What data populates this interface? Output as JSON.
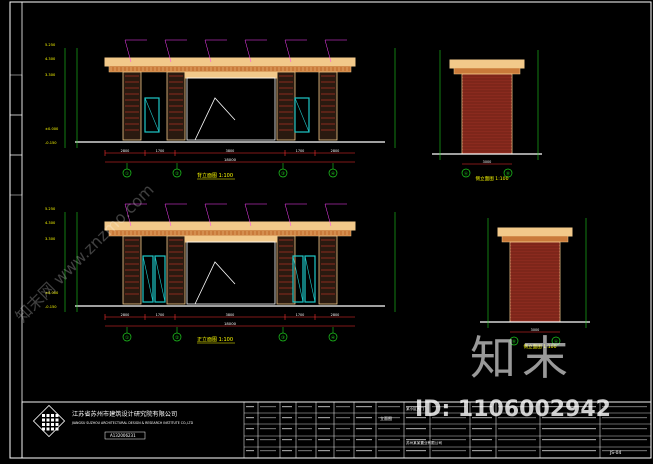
{
  "drawing": {
    "colors": {
      "background": "#000000",
      "frame": "#ffffff",
      "roof": "#f2c98a",
      "brick": "#8a2a1e",
      "glass": "#1fc7c7",
      "grid": "#1fd11f",
      "dim_red": "#ff3030",
      "note_yellow": "#ffff00",
      "note_magenta": "#ff40ff",
      "note_cyan": "#40ffff"
    },
    "views": [
      {
        "id": "back",
        "title": "背立面图",
        "scale": "1:100",
        "axes": [
          "①",
          "②",
          "③",
          "④"
        ],
        "total_dim": "18000"
      },
      {
        "id": "front",
        "title": "正立面图",
        "scale": "1:100",
        "axes": [
          "①",
          "②",
          "③",
          "④"
        ],
        "total_dim": "18000"
      },
      {
        "id": "left_side",
        "title": "侧立面图",
        "scale": "1:100",
        "axes": [
          "Ⓐ",
          "Ⓑ"
        ],
        "total_dim": "3000"
      },
      {
        "id": "right_side",
        "title": "侧立面图",
        "scale": "1:100",
        "axes": [
          "Ⓑ",
          "Ⓐ"
        ],
        "total_dim": "3000"
      }
    ],
    "levels": [
      "5.250",
      "4.300",
      "3.300",
      "±0.000",
      "-0.150"
    ],
    "spans": [
      "2800",
      "1700",
      "3800",
      "1700",
      "2800"
    ]
  },
  "titleblock": {
    "company_cn": "江苏省苏州市建筑设计研究院有限公司",
    "company_en": "JIANGSU SUZHOU ARCHITECTURAL DESIGN & RESEARCH INSTITUTE CO.,LTD",
    "cert": "A132006231",
    "project": "某小区大门",
    "drawing_name": "立面图",
    "client": "苏州某某置业有限公司",
    "drawing_no": "JS-04"
  },
  "watermark": {
    "brand": "知末",
    "id_text": "ID: 1106002942",
    "side_text": "知末网 www.znzmo.com"
  }
}
